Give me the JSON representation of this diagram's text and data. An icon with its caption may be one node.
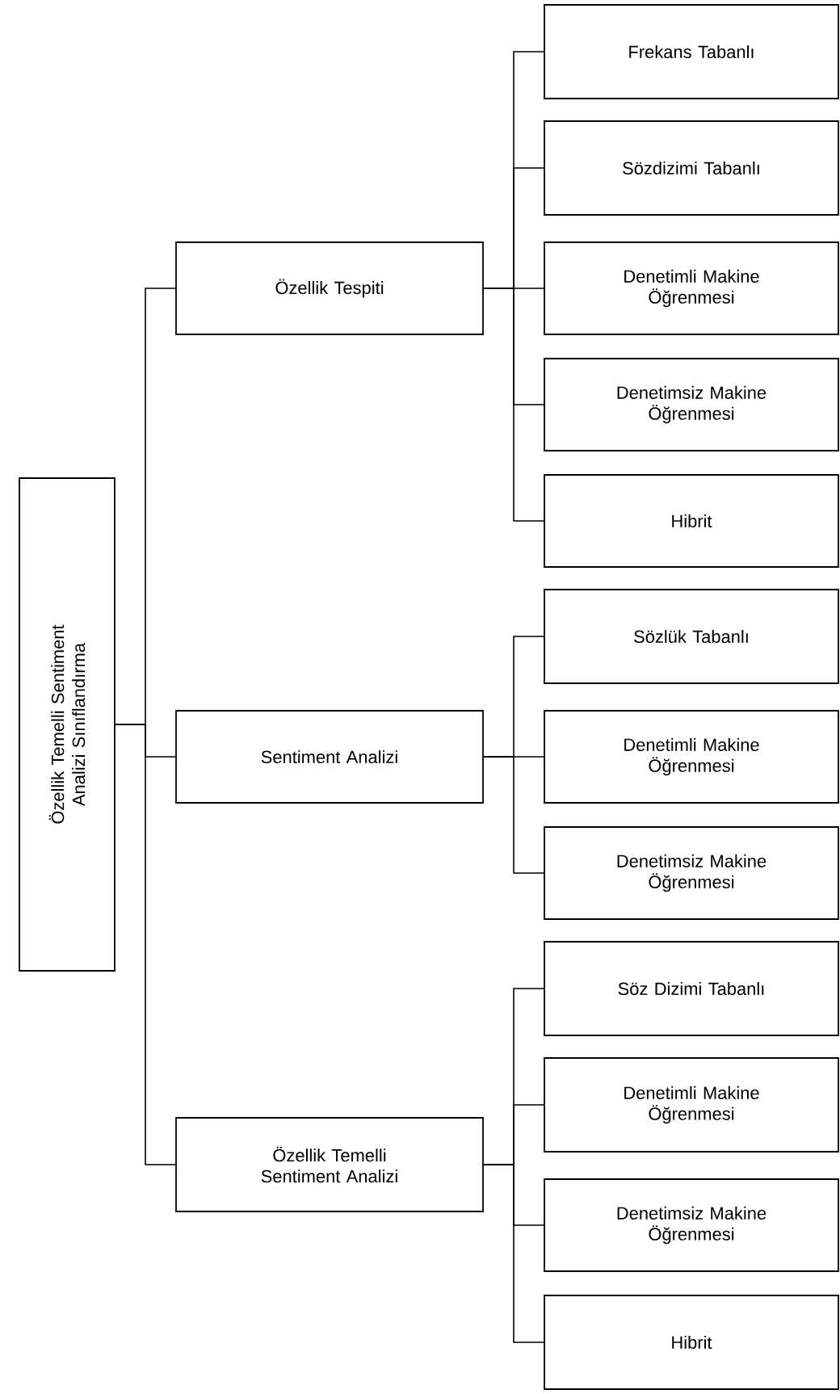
{
  "diagram": {
    "nodes": [
      {
        "text": [
          "Özellik Temelli Sentiment Analizi Sınıflandırma"
        ]
      },
      {
        "text": [
          "Özellik Tespiti"
        ]
      },
      {
        "text": [
          "Frekans Tabanlı"
        ]
      },
      {
        "text": [
          "Sözdizimi Tabanlı"
        ]
      },
      {
        "text": [
          "Denetimli Makine Öğrenmesi"
        ]
      },
      {
        "text": [
          "Denetimsiz Makine Öğrenmesi"
        ]
      },
      {
        "text": [
          "Hibrit"
        ]
      },
      {
        "text": [
          "Sentiment Analizi"
        ]
      },
      {
        "text": [
          "Sözlük Tabanlı"
        ]
      },
      {
        "text": [
          "Denetimli Makine Öğrenmesi"
        ]
      },
      {
        "text": [
          "Denetimsiz Makine Öğrenmesi"
        ]
      },
      {
        "text": [
          "Özellik Temelli Sentiment Analizi"
        ]
      },
      {
        "text": [
          "Söz Dizimi Tabanlı"
        ]
      },
      {
        "text": [
          "Denetimli Makine Öğrenmesi"
        ]
      },
      {
        "text": [
          "Denetimsiz Makine Öğrenmesi"
        ]
      },
      {
        "text": [
          "Hibrit"
        ]
      }
    ],
    "edges": [
      {
        "from": 0,
        "to": 1,
        "arrow": "none"
      },
      {
        "from": 0,
        "to": 7,
        "arrow": "none"
      },
      {
        "from": 0,
        "to": 11,
        "arrow": "none"
      },
      {
        "from": 1,
        "to": 2,
        "arrow": "none"
      },
      {
        "from": 1,
        "to": 3,
        "arrow": "none"
      },
      {
        "from": 1,
        "to": 4,
        "arrow": "none"
      },
      {
        "from": 1,
        "to": 5,
        "arrow": "none"
      },
      {
        "from": 1,
        "to": 6,
        "arrow": "none"
      },
      {
        "from": 7,
        "to": 8,
        "arrow": "none"
      },
      {
        "from": 7,
        "to": 9,
        "arrow": "none"
      },
      {
        "from": 7,
        "to": 10,
        "arrow": "none"
      },
      {
        "from": 11,
        "to": 12,
        "arrow": "none"
      },
      {
        "from": 11,
        "to": 13,
        "arrow": "none"
      },
      {
        "from": 11,
        "to": 14,
        "arrow": "none"
      },
      {
        "from": 11,
        "to": 15,
        "arrow": "none"
      }
    ]
  }
}
